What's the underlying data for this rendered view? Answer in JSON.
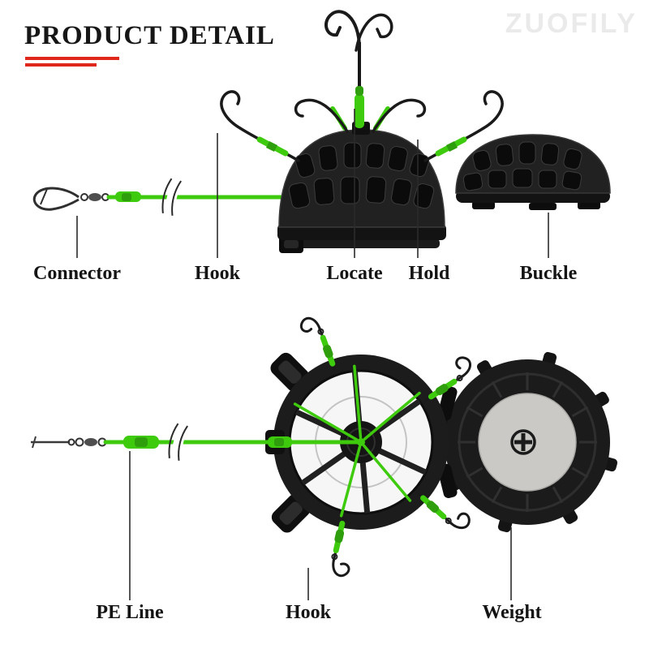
{
  "page": {
    "title": "PRODUCT DETAIL",
    "watermark": "ZUOFILY"
  },
  "colors": {
    "accent_green": "#3ecb0d",
    "green_dark": "#2f9e0c",
    "underline_red": "#e0271c",
    "device_black": "#212121",
    "device_shadow": "#0b0b0b",
    "device_edge": "#3c3c3c",
    "metal_gray": "#4e4e4e",
    "weight_gray": "#cac9c6",
    "watermark_gray": "#eaeaea",
    "label_text": "#141414",
    "callout_line": "#2b2b2b"
  },
  "top_diagram": {
    "labels": [
      {
        "text": "Connector"
      },
      {
        "text": "Hook"
      },
      {
        "text": "Locate"
      },
      {
        "text": "Hold"
      },
      {
        "text": "Buckle"
      }
    ]
  },
  "bottom_diagram": {
    "labels": [
      {
        "text": "PE Line"
      },
      {
        "text": "Hook"
      },
      {
        "text": "Weight"
      }
    ]
  }
}
